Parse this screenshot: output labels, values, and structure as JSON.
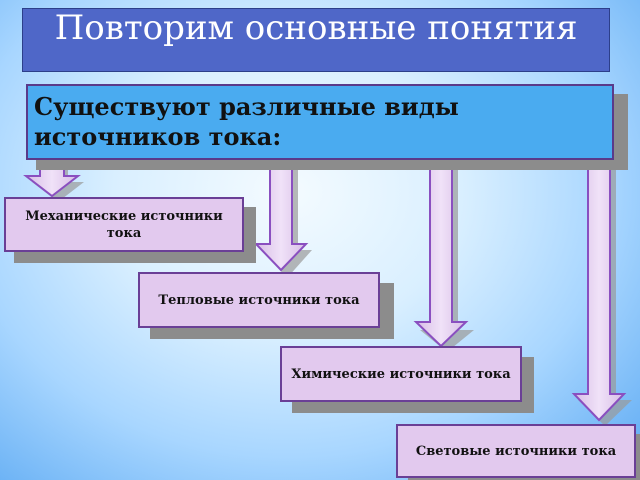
{
  "title": "Повторим основные понятия",
  "main_statement": "Существуют различные виды источников тока:",
  "items": [
    "Механические источники тока",
    "Тепловые источники тока",
    "Химические источники тока",
    "Световые источники тока"
  ],
  "colors": {
    "title_bg": "#4f67c8",
    "main_box_bg": "#4aabf0",
    "item_bg": "#e2c9ee",
    "border": "#6a3f96",
    "arrow_fill": "#e2c9ee"
  }
}
